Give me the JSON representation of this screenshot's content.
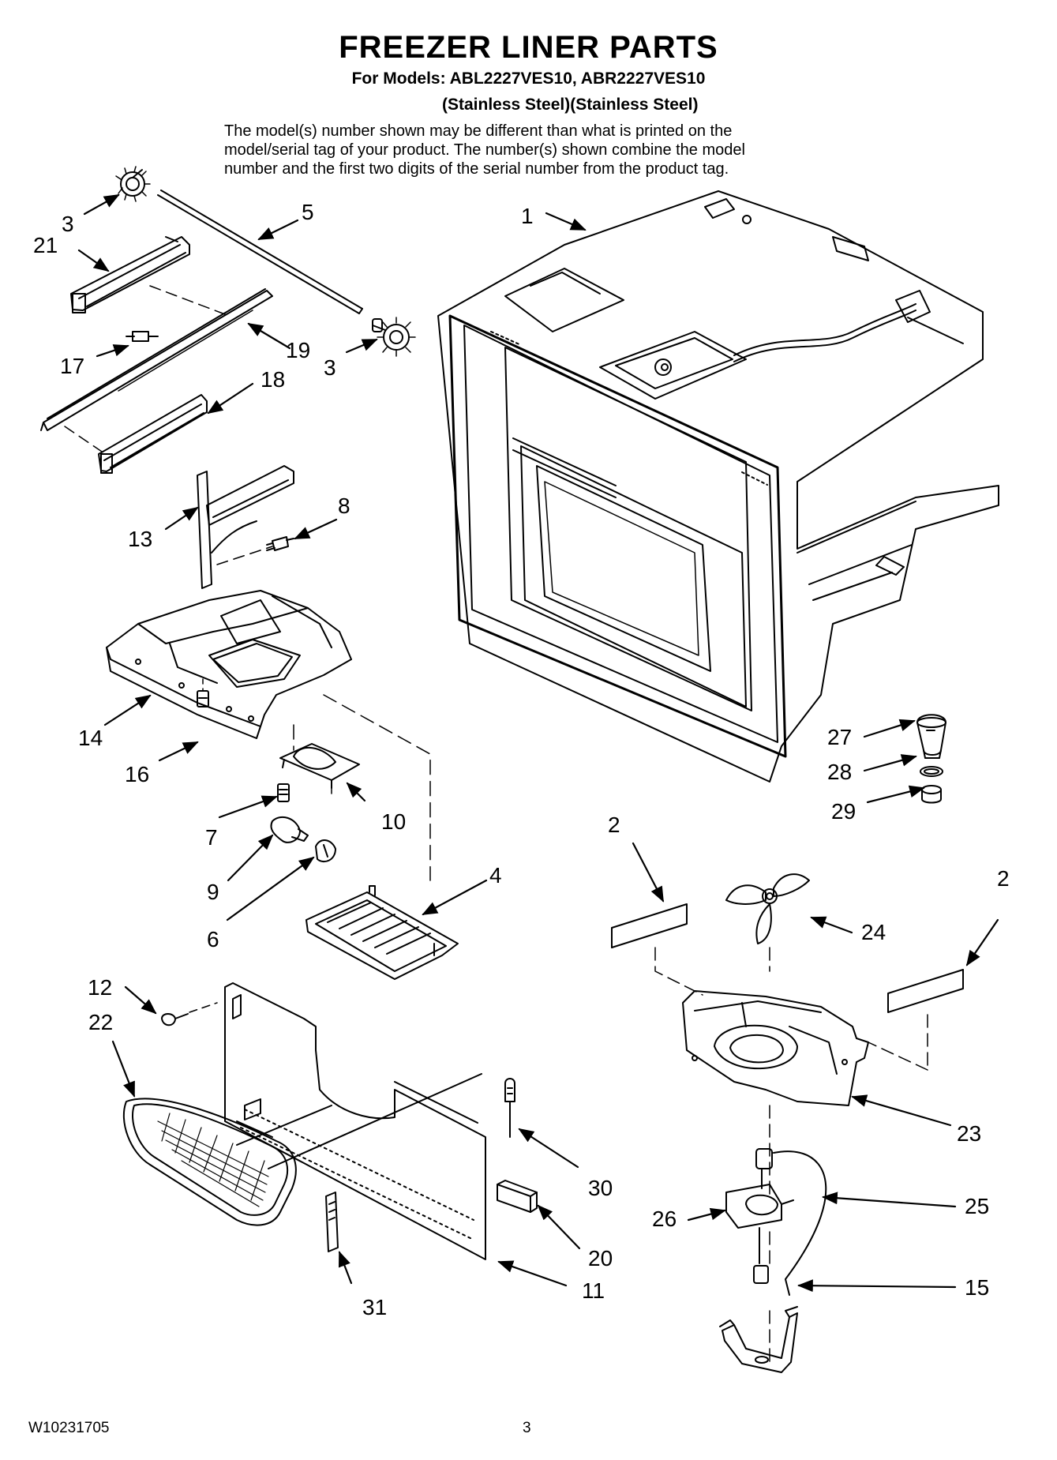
{
  "header": {
    "title": "FREEZER LINER PARTS",
    "models": "For Models: ABL2227VES10, ABR2227VES10",
    "finish": "(Stainless Steel)(Stainless Steel)",
    "note_lines": [
      "The model(s) number shown may be different than what is printed on the",
      "model/serial tag of your product. The number(s) shown combine the model",
      "number and the first two digits of the serial number from the product tag."
    ]
  },
  "callouts": [
    "1",
    "2",
    "2",
    "3",
    "3",
    "4",
    "5",
    "6",
    "7",
    "8",
    "9",
    "10",
    "11",
    "12",
    "13",
    "14",
    "15",
    "16",
    "17",
    "18",
    "19",
    "20",
    "21",
    "22",
    "23",
    "24",
    "25",
    "26",
    "27",
    "28",
    "29",
    "30",
    "31"
  ],
  "footer": {
    "doc_number": "W10231705",
    "page_number": "3"
  }
}
